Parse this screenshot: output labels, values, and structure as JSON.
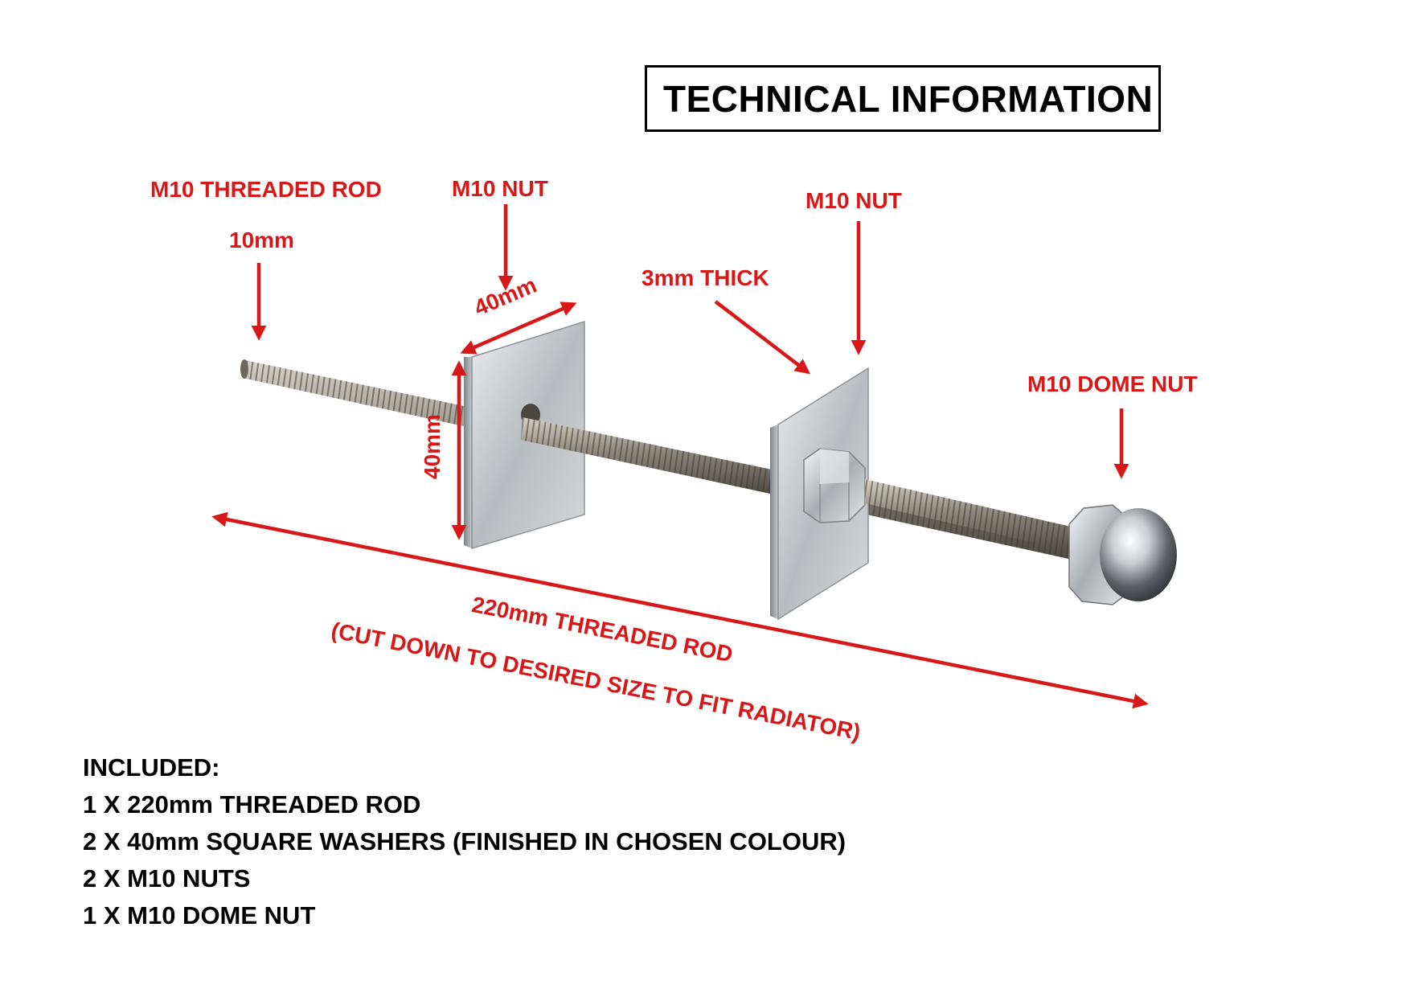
{
  "title": "TECHNICAL INFORMATION",
  "labels": {
    "rod_name": "M10 THREADED ROD",
    "rod_diameter": "10mm",
    "nut_1": "M10 NUT",
    "nut_2": "M10 NUT",
    "thickness": "3mm THICK",
    "dome_nut": "M10 DOME NUT",
    "washer_width": "40mm",
    "washer_height": "40mm",
    "rod_length": "220mm THREADED ROD",
    "cut_note": "(CUT DOWN TO DESIRED SIZE TO FIT RADIATOR)"
  },
  "included": {
    "heading": "INCLUDED:",
    "items": [
      "1 X 220mm THREADED ROD",
      "2 X 40mm SQUARE WASHERS (FINISHED IN CHOSEN COLOUR)",
      "2 X M10 NUTS",
      "1 X M10 DOME NUT"
    ]
  },
  "colors": {
    "annotation": "#d81818",
    "text": "#000000"
  }
}
